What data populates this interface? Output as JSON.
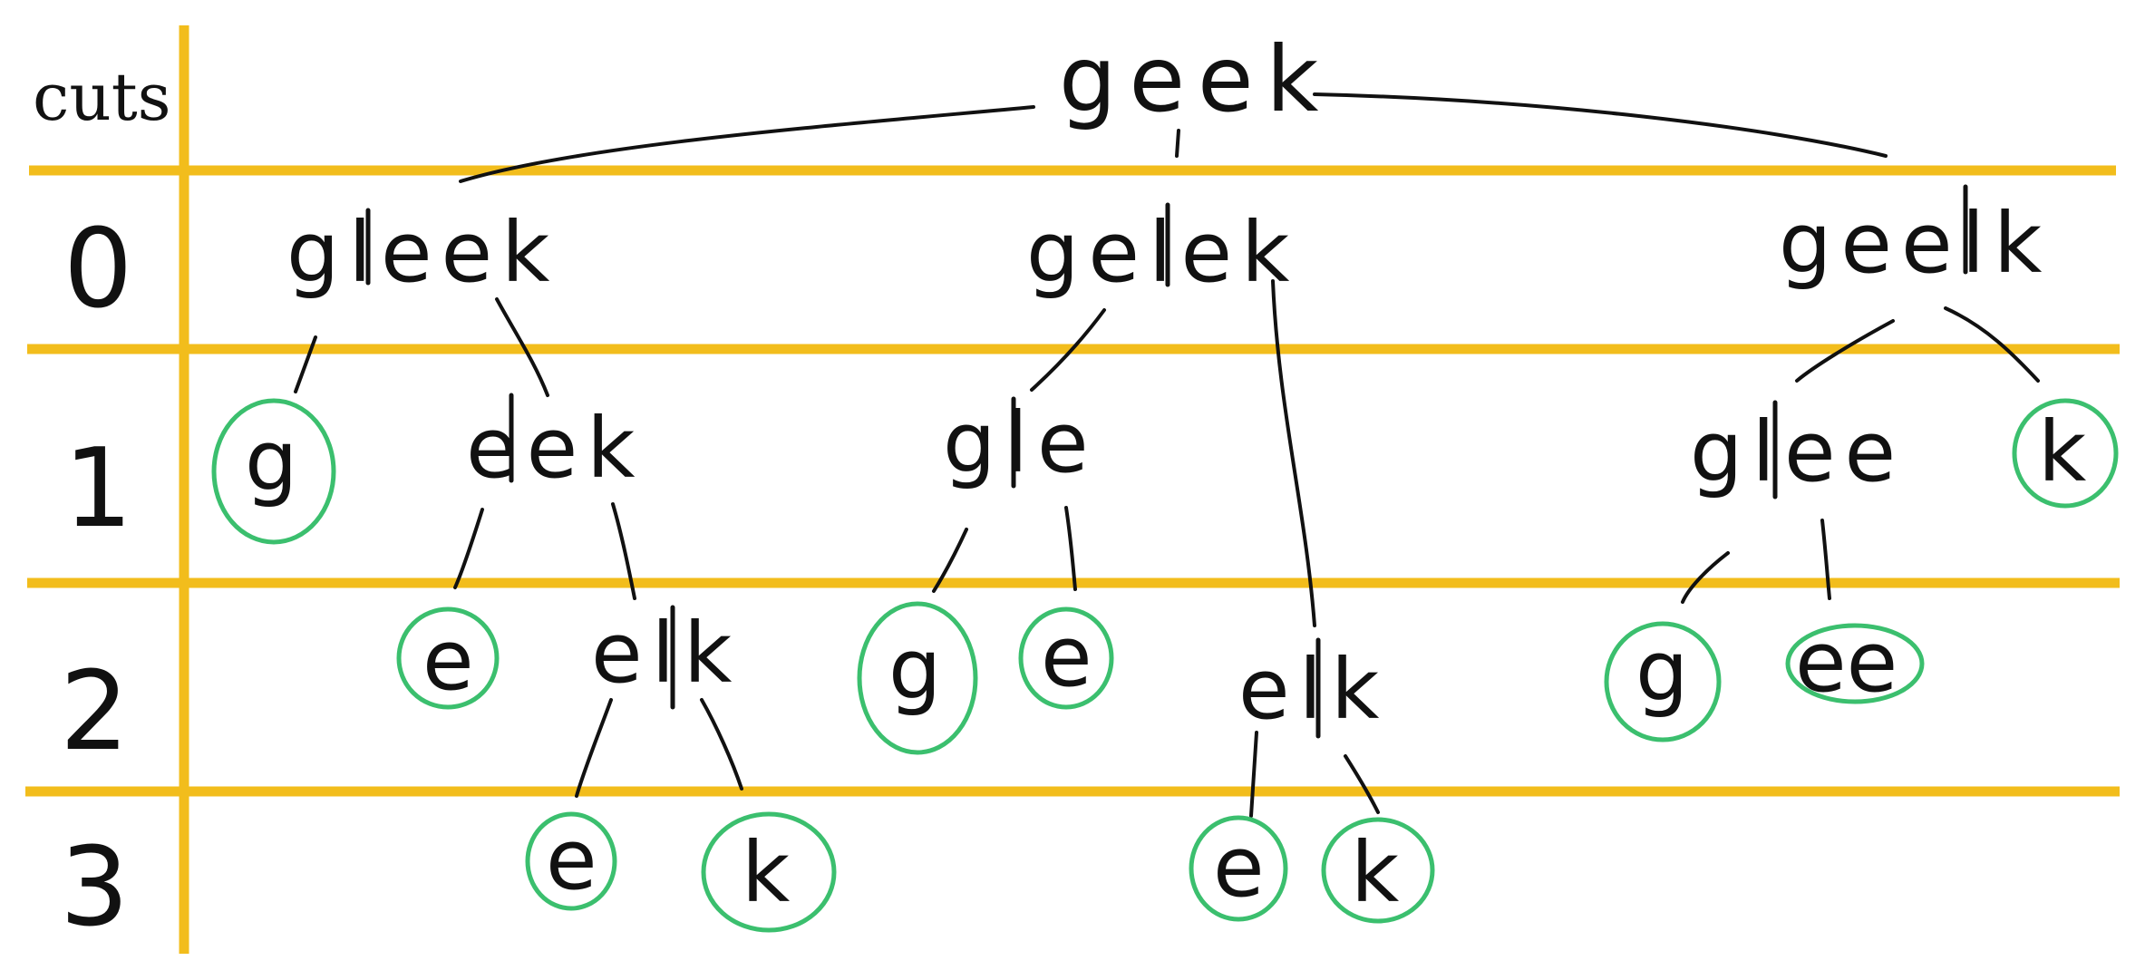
{
  "table": {
    "header": "cuts",
    "rows": [
      "0",
      "1",
      "2",
      "3"
    ]
  },
  "colors": {
    "grid": "#f2bd1c",
    "leaf_circle": "#3bbf6e",
    "ink": "#111111"
  },
  "tree": {
    "root": "geek",
    "level0": {
      "left": "gleek",
      "mid": "gelek",
      "right": "geelk"
    },
    "level1": {
      "g1": "g",
      "eek": "eek",
      "ge": "gle",
      "gee": "glee",
      "k1": "k"
    },
    "level2": {
      "e1": "e",
      "ek1": "elk",
      "g2": "g",
      "e2": "e",
      "ek2": "elk",
      "g3": "g",
      "ee": "ee"
    },
    "level3": {
      "e3": "e",
      "k2": "k",
      "e4": "e",
      "k3": "k"
    }
  }
}
